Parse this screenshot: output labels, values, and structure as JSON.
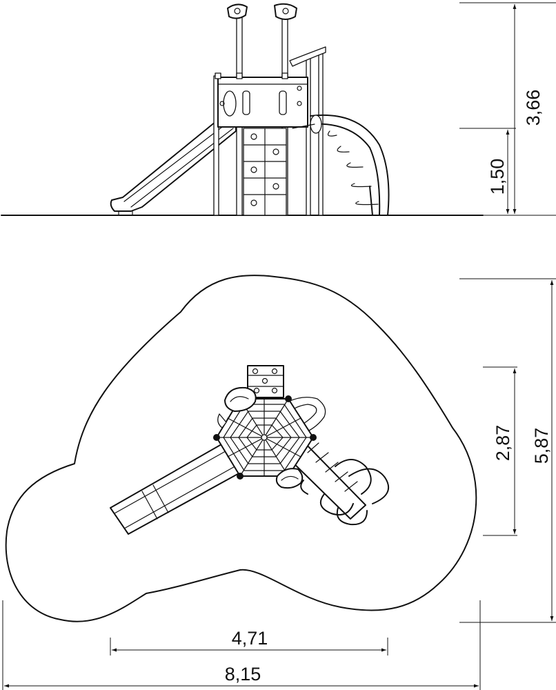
{
  "dimensions": {
    "total_height": "3,66",
    "platform_height": "1,50",
    "depth_structure": "2,87",
    "depth_safety_area": "5,87",
    "width_structure": "4,71",
    "width_safety_area": "8,15"
  },
  "colors": {
    "line": "#111111",
    "background": "#ffffff"
  }
}
